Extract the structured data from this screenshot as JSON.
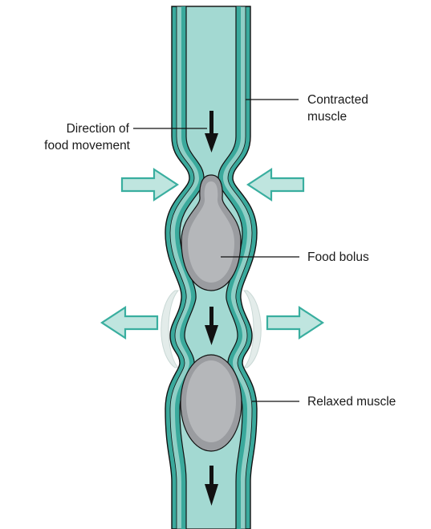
{
  "labels": {
    "contracted_muscle": [
      "Contracted",
      "muscle"
    ],
    "direction": [
      "Direction of",
      "food movement"
    ],
    "food_bolus": "Food bolus",
    "relaxed_muscle": "Relaxed muscle"
  },
  "colors": {
    "tube_wall": "#3aa99c",
    "tube_lumen": "#a3d9d2",
    "bolus_fill": "#9a9ca0",
    "bolus_inner": "#b5b7ba",
    "arrow_fill": "#bfe5df",
    "arrow_stroke": "#39ae9f",
    "outline": "#111111"
  }
}
